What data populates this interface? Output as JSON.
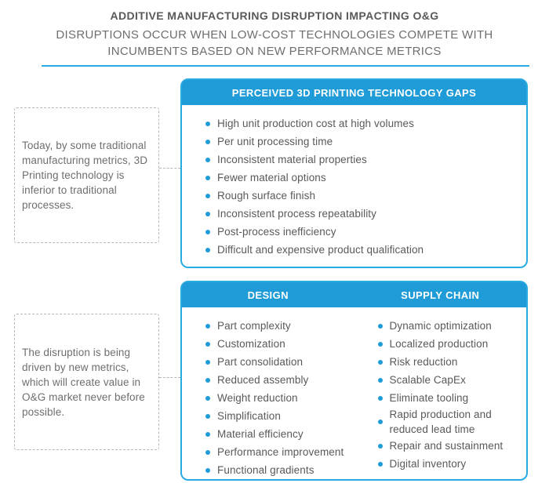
{
  "colors": {
    "accent_border": "#29abe2",
    "accent_fill": "#1f9cd7",
    "text_dark": "#58595b",
    "text_gray": "#6d6e71",
    "dashed_gray": "#b7b7b7"
  },
  "header": {
    "title": "ADDITIVE MANUFACTURING DISRUPTION IMPACTING O&G",
    "subtitle_line1": "DISRUPTIONS OCCUR WHEN LOW-COST TECHNOLOGIES COMPETE WITH",
    "subtitle_line2": "INCUMBENTS BASED ON NEW PERFORMANCE METRICS"
  },
  "gaps_panel": {
    "title": "PERCEIVED 3D PRINTING TECHNOLOGY GAPS",
    "items": [
      "High unit production cost at high volumes",
      "Per unit processing time",
      "Inconsistent material properties",
      "Fewer material options",
      "Rough surface finish",
      "Inconsistent process repeatability",
      "Post-process inefficiency",
      "Difficult and expensive product qualification"
    ]
  },
  "gaps_note": {
    "text": "Today, by some traditional manufacturing metrics, 3D Printing technology is inferior to traditional processes."
  },
  "metrics_panel": {
    "design_title": "DESIGN",
    "supply_title": "SUPPLY CHAIN",
    "design_items": [
      "Part complexity",
      "Customization",
      "Part consolidation",
      "Reduced assembly",
      "Weight reduction",
      "Simplification",
      "Material efficiency",
      "Performance improvement",
      "Functional gradients"
    ],
    "supply_items": [
      "Dynamic optimization",
      "Localized production",
      "Risk reduction",
      "Scalable CapEx",
      "Eliminate tooling",
      "Rapid production and reduced lead time",
      "Repair and sustainment",
      "Digital inventory"
    ]
  },
  "metrics_note": {
    "text": "The disruption is being driven by new metrics, which will create value in O&G market never before possible."
  }
}
